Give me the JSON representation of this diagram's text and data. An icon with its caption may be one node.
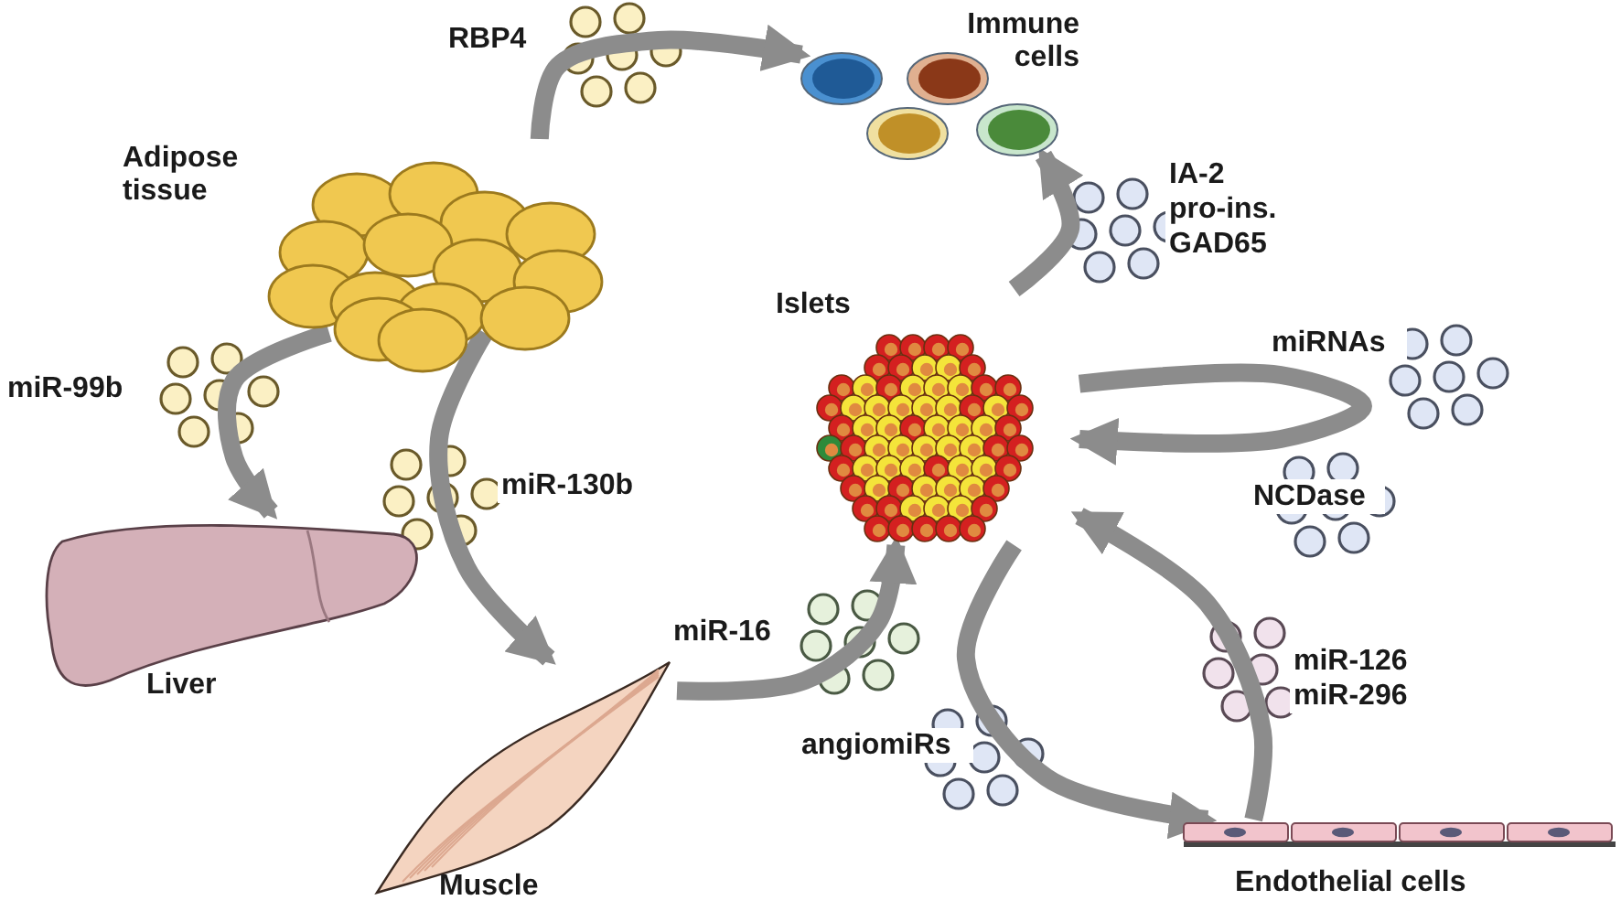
{
  "diagram": {
    "nodes": [
      {
        "text": [
          "Adipose tissue"
        ]
      },
      {
        "text": [
          "Immune cells"
        ]
      },
      {
        "text": [
          "Islets"
        ]
      },
      {
        "text": [
          "Liver"
        ]
      },
      {
        "text": [
          "Muscle"
        ]
      },
      {
        "text": [
          "Endothelial cells"
        ]
      }
    ],
    "edges": [
      {
        "from": 0,
        "to": 1,
        "arrow": "to",
        "label": "RBP4"
      },
      {
        "from": 0,
        "to": 3,
        "arrow": "to",
        "label": "miR-99b"
      },
      {
        "from": 0,
        "to": 4,
        "arrow": "to",
        "label": "miR-130b"
      },
      {
        "from": 4,
        "to": 2,
        "arrow": "to",
        "label": "miR-16"
      },
      {
        "from": 2,
        "to": 1,
        "arrow": "to",
        "label": "IA-2 pro-ins. GAD65"
      },
      {
        "from": 2,
        "to": 2,
        "arrow": "to",
        "label": "miRNAs"
      },
      {
        "from": 2,
        "to": 5,
        "arrow": "to",
        "label": "angiomiRs"
      },
      {
        "from": 5,
        "to": 2,
        "arrow": "to",
        "label": "miR-126 miR-296"
      }
    ],
    "labels": [
      "NCDase"
    ]
  }
}
